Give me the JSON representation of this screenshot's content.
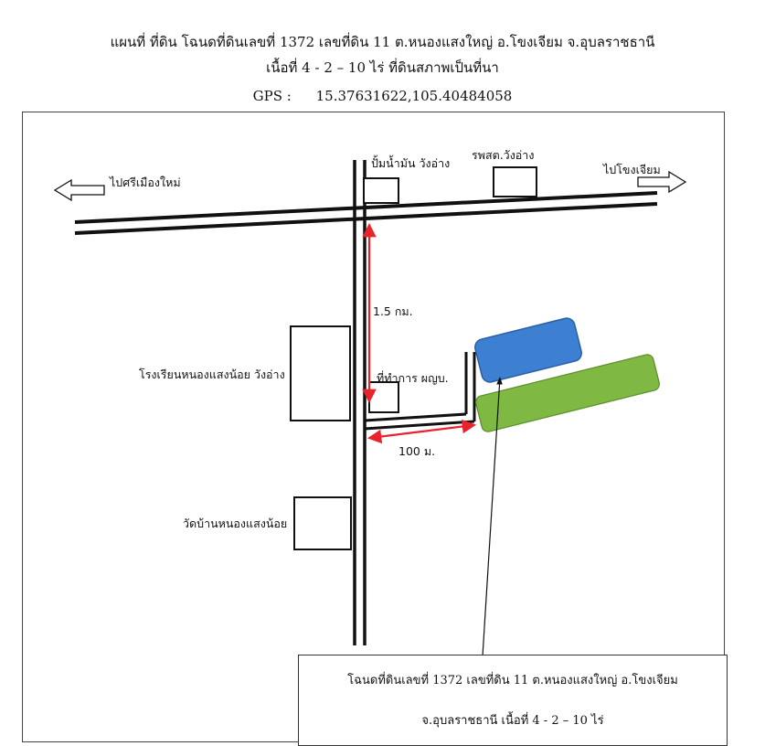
{
  "header": {
    "line1": "แผนที่ ที่ดิน โฉนดที่ดินเลขที่ 1372 เลขที่ดิน 11  ต.หนองแสงใหญ่  อ.โขงเจียม  จ.อุบลราชธานี",
    "line2": "เนื้อที่ 4  - 2 – 10 ไร่  ที่ดินสภาพเป็นที่นา",
    "gps_label": "GPS :",
    "gps_value": "15.37631622,105.40484058"
  },
  "map": {
    "labels": {
      "to_west": "ไปศรีเมืองใหม่",
      "to_east": "ไปโขงเจียม",
      "gas_station": "ปั้มน้ำมัน วังอ่าง",
      "health_center": "รพสต.วังอ่าง",
      "distance_vertical": "1.5 กม.",
      "school": "โรงเรียนหนองแสงน้อย วังอ่าง",
      "village_office": "ที่ทำการ ผญบ.",
      "distance_horizontal": "100 ม.",
      "temple": "วัดบ้านหนองแสงน้อย"
    },
    "colors": {
      "plot_blue": "#3d7fd0",
      "plot_green": "#7fb842",
      "distance_arrow": "#e8232e",
      "road": "#111111"
    }
  },
  "info_box": {
    "line1": "โฉนดที่ดินเลขที่ 1372 เลขที่ดิน 11  ต.หนองแสงใหญ่  อ.โขงเจียม",
    "line2": "จ.อุบลราชธานี  เนื้อที่ 4  - 2 – 10  ไร่"
  }
}
